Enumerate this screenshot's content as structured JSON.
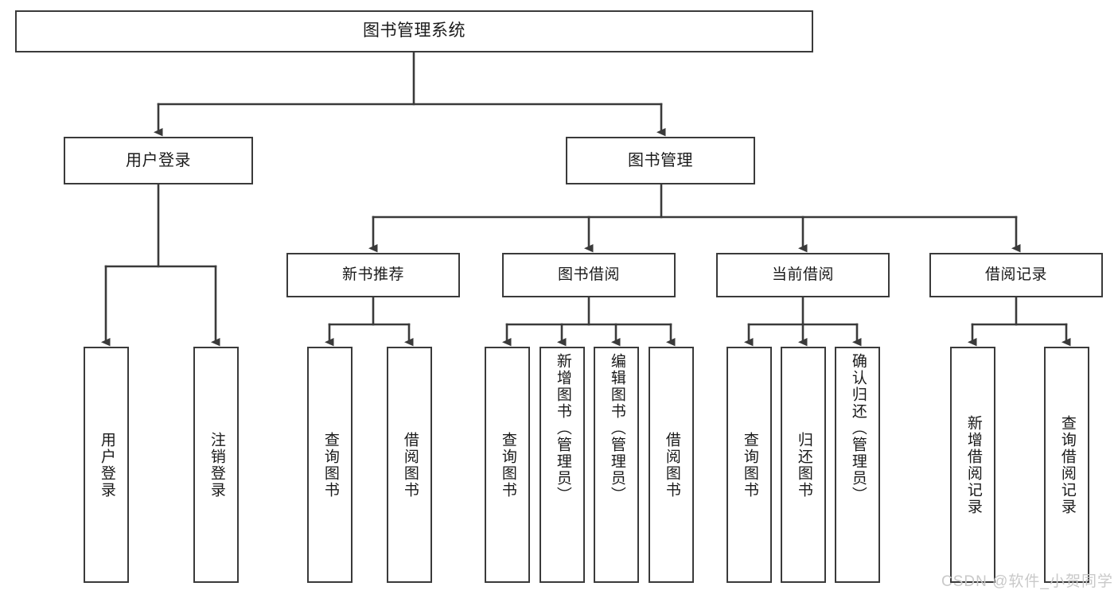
{
  "diagram": {
    "type": "hierarchy-tree",
    "title": "图书管理系统",
    "root": {
      "id": "root",
      "label": "图书管理系统"
    },
    "level2": [
      {
        "id": "user-login",
        "label": "用户登录"
      },
      {
        "id": "book-manage",
        "label": "图书管理"
      }
    ],
    "level3": [
      {
        "id": "new-book-recommend",
        "label": "新书推荐",
        "parent": "book-manage"
      },
      {
        "id": "book-borrow",
        "label": "图书借阅",
        "parent": "book-manage"
      },
      {
        "id": "current-borrow",
        "label": "当前借阅",
        "parent": "book-manage"
      },
      {
        "id": "borrow-record",
        "label": "借阅记录",
        "parent": "book-manage"
      }
    ],
    "leaves": [
      {
        "id": "leaf-user-login",
        "label": "用户登录",
        "parent": "user-login"
      },
      {
        "id": "leaf-logout",
        "label": "注销登录",
        "parent": "user-login"
      },
      {
        "id": "leaf-query-book-1",
        "label": "查询图书",
        "parent": "new-book-recommend"
      },
      {
        "id": "leaf-borrow-book-1",
        "label": "借阅图书",
        "parent": "new-book-recommend"
      },
      {
        "id": "leaf-query-book-2",
        "label": "查询图书",
        "parent": "book-borrow"
      },
      {
        "id": "leaf-add-book",
        "label": "新增图书（管理员）",
        "parent": "book-borrow"
      },
      {
        "id": "leaf-edit-book",
        "label": "编辑图书（管理员）",
        "parent": "book-borrow"
      },
      {
        "id": "leaf-borrow-book-2",
        "label": "借阅图书",
        "parent": "book-borrow"
      },
      {
        "id": "leaf-query-book-3",
        "label": "查询图书",
        "parent": "current-borrow"
      },
      {
        "id": "leaf-return-book",
        "label": "归还图书",
        "parent": "current-borrow"
      },
      {
        "id": "leaf-confirm-return",
        "label": "确认归还（管理员）",
        "parent": "current-borrow"
      },
      {
        "id": "leaf-add-record",
        "label": "新增借阅记录",
        "parent": "borrow-record"
      },
      {
        "id": "leaf-query-record",
        "label": "查询借阅记录",
        "parent": "borrow-record"
      }
    ],
    "colors": {
      "stroke": "#3a3a3a",
      "fill": "#ffffff",
      "text": "#1a1a1a",
      "watermark": "#c9c9c9"
    }
  },
  "watermark": {
    "text": "CSDN @软件_小贺同学"
  }
}
